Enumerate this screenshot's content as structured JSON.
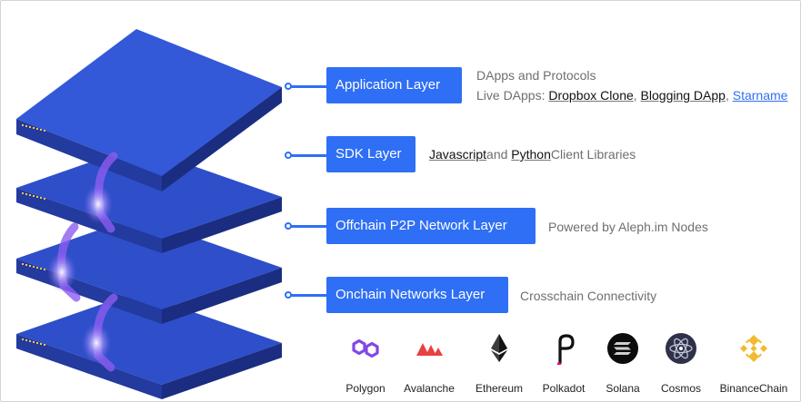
{
  "layers": [
    {
      "label": "Application Layer"
    },
    {
      "label": "SDK Layer"
    },
    {
      "label": "Offchain P2P Network Layer"
    },
    {
      "label": "Onchain Networks Layer"
    }
  ],
  "descriptions": {
    "app_line1": "DApps and Protocols",
    "app_line2_prefix": "Live DApps: ",
    "app_link1": "Dropbox Clone",
    "app_sep1": ", ",
    "app_link2": "Blogging DApp",
    "app_sep2": ", ",
    "app_link3": "Starname",
    "sdk_link1": "Javascript",
    "sdk_mid": "and ",
    "sdk_link2": "Python",
    "sdk_suffix": "Client Libraries",
    "p2p": "Powered by Aleph.im Nodes",
    "onchain": "Crosschain Connectivity"
  },
  "chains": [
    {
      "name": "Polygon",
      "icon": "polygon-icon"
    },
    {
      "name": "Avalanche",
      "icon": "avalanche-icon"
    },
    {
      "name": "Ethereum",
      "icon": "ethereum-icon"
    },
    {
      "name": "Polkadot",
      "icon": "polkadot-icon"
    },
    {
      "name": "Solana",
      "icon": "solana-icon"
    },
    {
      "name": "Cosmos",
      "icon": "cosmos-icon"
    },
    {
      "name": "BinanceChain",
      "icon": "binance-icon"
    }
  ],
  "colors": {
    "accent": "#2f6ff5",
    "server_top": "#2e4fc9",
    "server_front": "#233a9e",
    "server_side": "#1a2d80",
    "glow": "#8c5cf0"
  }
}
